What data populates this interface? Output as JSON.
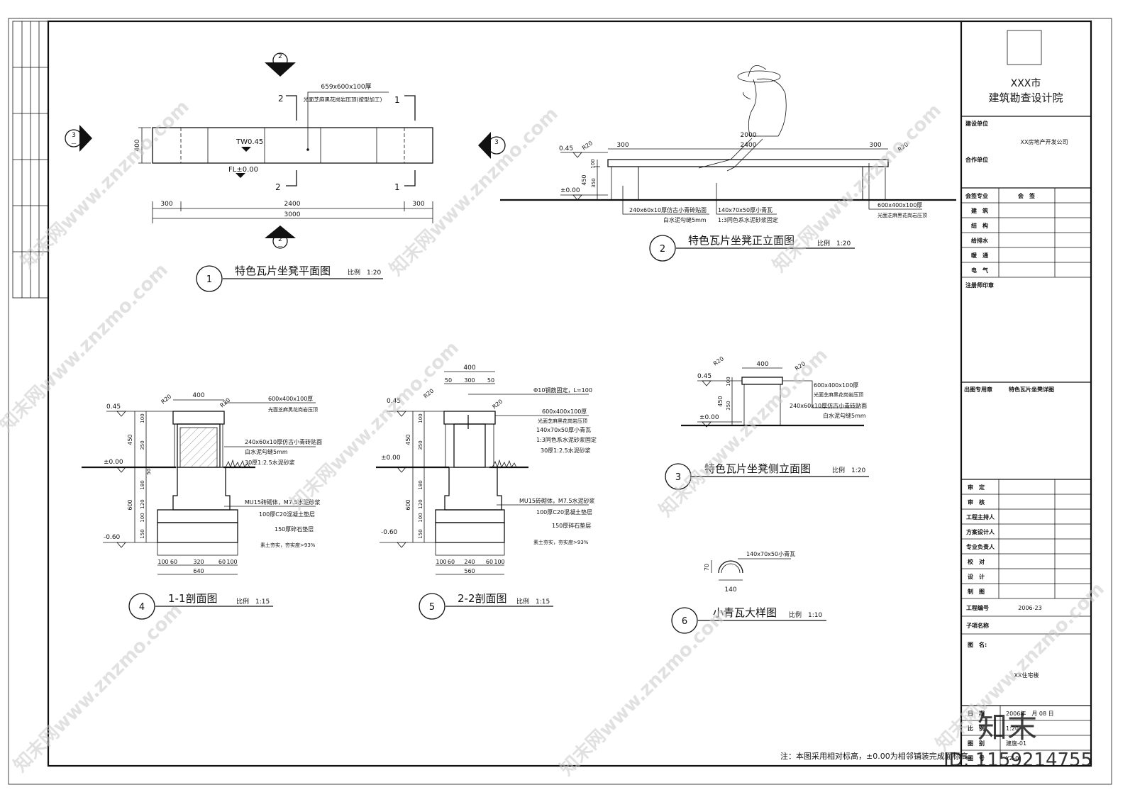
{
  "title_block": {
    "org_line1": "XXX市",
    "org_line2": "建筑勘查设计院",
    "build_unit_label": "建设单位",
    "build_unit_value": "XX房地产开发公司",
    "coop_unit_label": "合作单位",
    "sign_header_left": "会签专业",
    "sign_header_right": "会　签",
    "disciplines": [
      "建　筑",
      "结　构",
      "给排水",
      "暖　通",
      "电　气"
    ],
    "stamp_label": "注册师印章",
    "issue_label": "出图专用章",
    "sheet_name": "特色瓦片坐凳详图",
    "approvals": [
      "审　定",
      "审　核",
      "工程主持人",
      "方案设计人",
      "专业负责人",
      "校　对",
      "设　计",
      "制　图"
    ],
    "project_no_label": "工程编号",
    "project_no_value": "2006-23",
    "subitem_label": "子项名称",
    "drawing_name_label": "图　名:",
    "drawing_name_value": "XX住宅楼",
    "date_label": "日　期",
    "date_value": "2006年　月 08 日",
    "scale_label": "比　例",
    "scale_value": "1:20",
    "category_label": "图　别",
    "category_value": "建施-01",
    "number_label": "图　号",
    "number_value": "YZ-0"
  },
  "note": "注：本图采用相对标高，±0.00为相邻铺装完成面标高。",
  "watermarks": {
    "site": "知末网www.znzmo.com",
    "logo": "知末",
    "id": "ID: 1159214755"
  },
  "views": {
    "plan": {
      "number": "1",
      "title": "特色瓦片坐凳平面图",
      "scale": "比例　1:20",
      "dims": {
        "top_label": "659x600x100厚",
        "top_sub": "光面芝麻黑花岗岩压顶(按型加工)",
        "width400": "400",
        "d300a": "300",
        "d2400": "2400",
        "d300b": "300",
        "d3000": "3000",
        "tw": "TW0.45",
        "fl": "FL±0.00"
      },
      "cut2": "2",
      "cut1": "1",
      "sym2": "2",
      "sym3": "3",
      "sym_dash": "—"
    },
    "front": {
      "number": "2",
      "title": "特色瓦片坐凳正立面图",
      "scale": "比例　1:20",
      "dims": {
        "e045": "0.45",
        "e000": "±0.00",
        "r20": "R20",
        "d300a": "300",
        "d2000": "2000",
        "d2400": "2400",
        "d300b": "300",
        "d450": "450",
        "d100": "100",
        "d350": "350"
      },
      "notes": [
        "240x60x10厚仿古小青砖贴面",
        "白水泥勾缝5mm",
        "140x70x50厚小青瓦",
        "1:3同色系水泥砂浆固定",
        "600x400x100厚",
        "光面芝麻黑花岗岩压顶"
      ],
      "sym3": "3"
    },
    "side": {
      "number": "3",
      "title": "特色瓦片坐凳侧立面图",
      "scale": "比例　1:20",
      "dims": {
        "d400": "400",
        "r20": "R20",
        "e045": "0.45",
        "e000": "±0.00",
        "d450": "450",
        "d100": "100",
        "d350": "350"
      },
      "notes": [
        "600x400x100厚",
        "光面芝麻黑花岗岩压顶",
        "240x60x10厚仿古小青砖贴面",
        "白水泥勾缝5mm"
      ]
    },
    "sec11": {
      "number": "4",
      "title": "1-1剖面图",
      "scale": "比例　1:15",
      "dims": {
        "d400": "400",
        "r20": "R20",
        "e045": "0.45",
        "e000": "±0.00",
        "e060": "-0.60",
        "d450": "450",
        "d100": "100",
        "d350": "350",
        "d50": "50",
        "d600": "600",
        "d180": "180",
        "d120": "120",
        "d100b": "100",
        "d150": "150",
        "b100": "100",
        "b60": "60",
        "b320": "320",
        "b60b": "60",
        "b100b": "100",
        "b640": "640"
      },
      "notes": [
        "600x400x100厚",
        "光面芝麻黑花岗岩压顶",
        "240x60x10厚仿古小青砖贴面",
        "白水泥勾缝5mm",
        "30厚1:2.5水泥砂浆",
        "MU15砖砌体，M7.5水泥砂浆",
        "100厚C20混凝土垫层",
        "150厚碎石垫层",
        "素土夯实，夯实度>93%"
      ]
    },
    "sec22": {
      "number": "5",
      "title": "2-2剖面图",
      "scale": "比例　1:15",
      "dims": {
        "d400": "400",
        "d50": "50",
        "d300": "300",
        "d50b": "50",
        "r20": "R20",
        "e045": "0.45",
        "e000": "±0.00",
        "e060": "-0.60",
        "d450": "450",
        "d350": "350",
        "d100": "100",
        "d600": "600",
        "d180": "180",
        "d120": "120",
        "d100b": "100",
        "d150": "150",
        "b100": "100",
        "b60": "60",
        "b240": "240",
        "b60b": "60",
        "b100b": "100",
        "b560": "560"
      },
      "notes": [
        "Φ10钢筋固定，L=100",
        "600x400x100厚",
        "光面芝麻黑花岗岩压顶",
        "140x70x50厚小青瓦",
        "1:3同色系水泥砂浆固定",
        "30厚1:2.5水泥砂浆",
        "MU15砖砌体，M7.5水泥砂浆",
        "100厚C20混凝土垫层",
        "150厚碎石垫层",
        "素土夯实，夯实度>93%"
      ]
    },
    "tile": {
      "number": "6",
      "title": "小青瓦大样图",
      "scale": "比例　1:10",
      "dims": {
        "label": "140x70x50小青瓦",
        "d70": "70",
        "d140": "140"
      }
    }
  }
}
